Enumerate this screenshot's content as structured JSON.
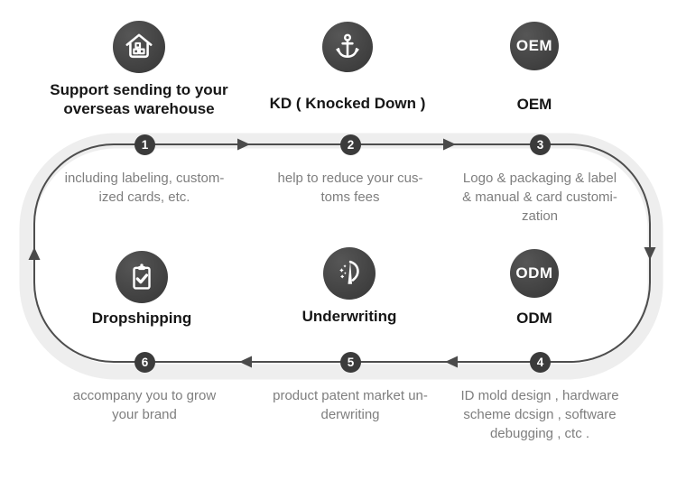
{
  "diagram": {
    "title": "service process loop",
    "features": [
      {
        "icon": "house-boxes-icon",
        "title": "Support sending to your\noverseas warehouse"
      },
      {
        "icon": "anchor-icon",
        "title": "KD ( Knocked Down )"
      },
      {
        "icon": "oem-badge-icon",
        "badge": "OEM",
        "title": "OEM"
      },
      {
        "icon": "clipboard-check-icon",
        "title": "Dropshipping"
      },
      {
        "icon": "patent-monument-star-icon",
        "title": "Underwriting"
      },
      {
        "icon": "odm-badge-icon",
        "badge": "ODM",
        "title": "ODM"
      }
    ],
    "steps": [
      {
        "number": "1",
        "description": "including labeling, custom-\nized cards, etc."
      },
      {
        "number": "2",
        "description": "help to reduce your cus-\ntoms fees"
      },
      {
        "number": "3",
        "description": "Logo & packaging & label\n& manual & card customi-\nzation"
      },
      {
        "number": "4",
        "description": "ID mold design , hardware\nscheme dcsign , software\ndebugging , ctc ."
      },
      {
        "number": "5",
        "description": "product patent market un-\nderwriting"
      },
      {
        "number": "6",
        "description": "accompany you to grow\nyour brand"
      }
    ],
    "colors": {
      "icon_circle": "#434343",
      "step_dot": "#3b3b3b",
      "flow_line": "#4d4d4d",
      "flow_band": "#eeeeee",
      "title_text": "#161616",
      "description_text": "#7e7e7e"
    }
  }
}
